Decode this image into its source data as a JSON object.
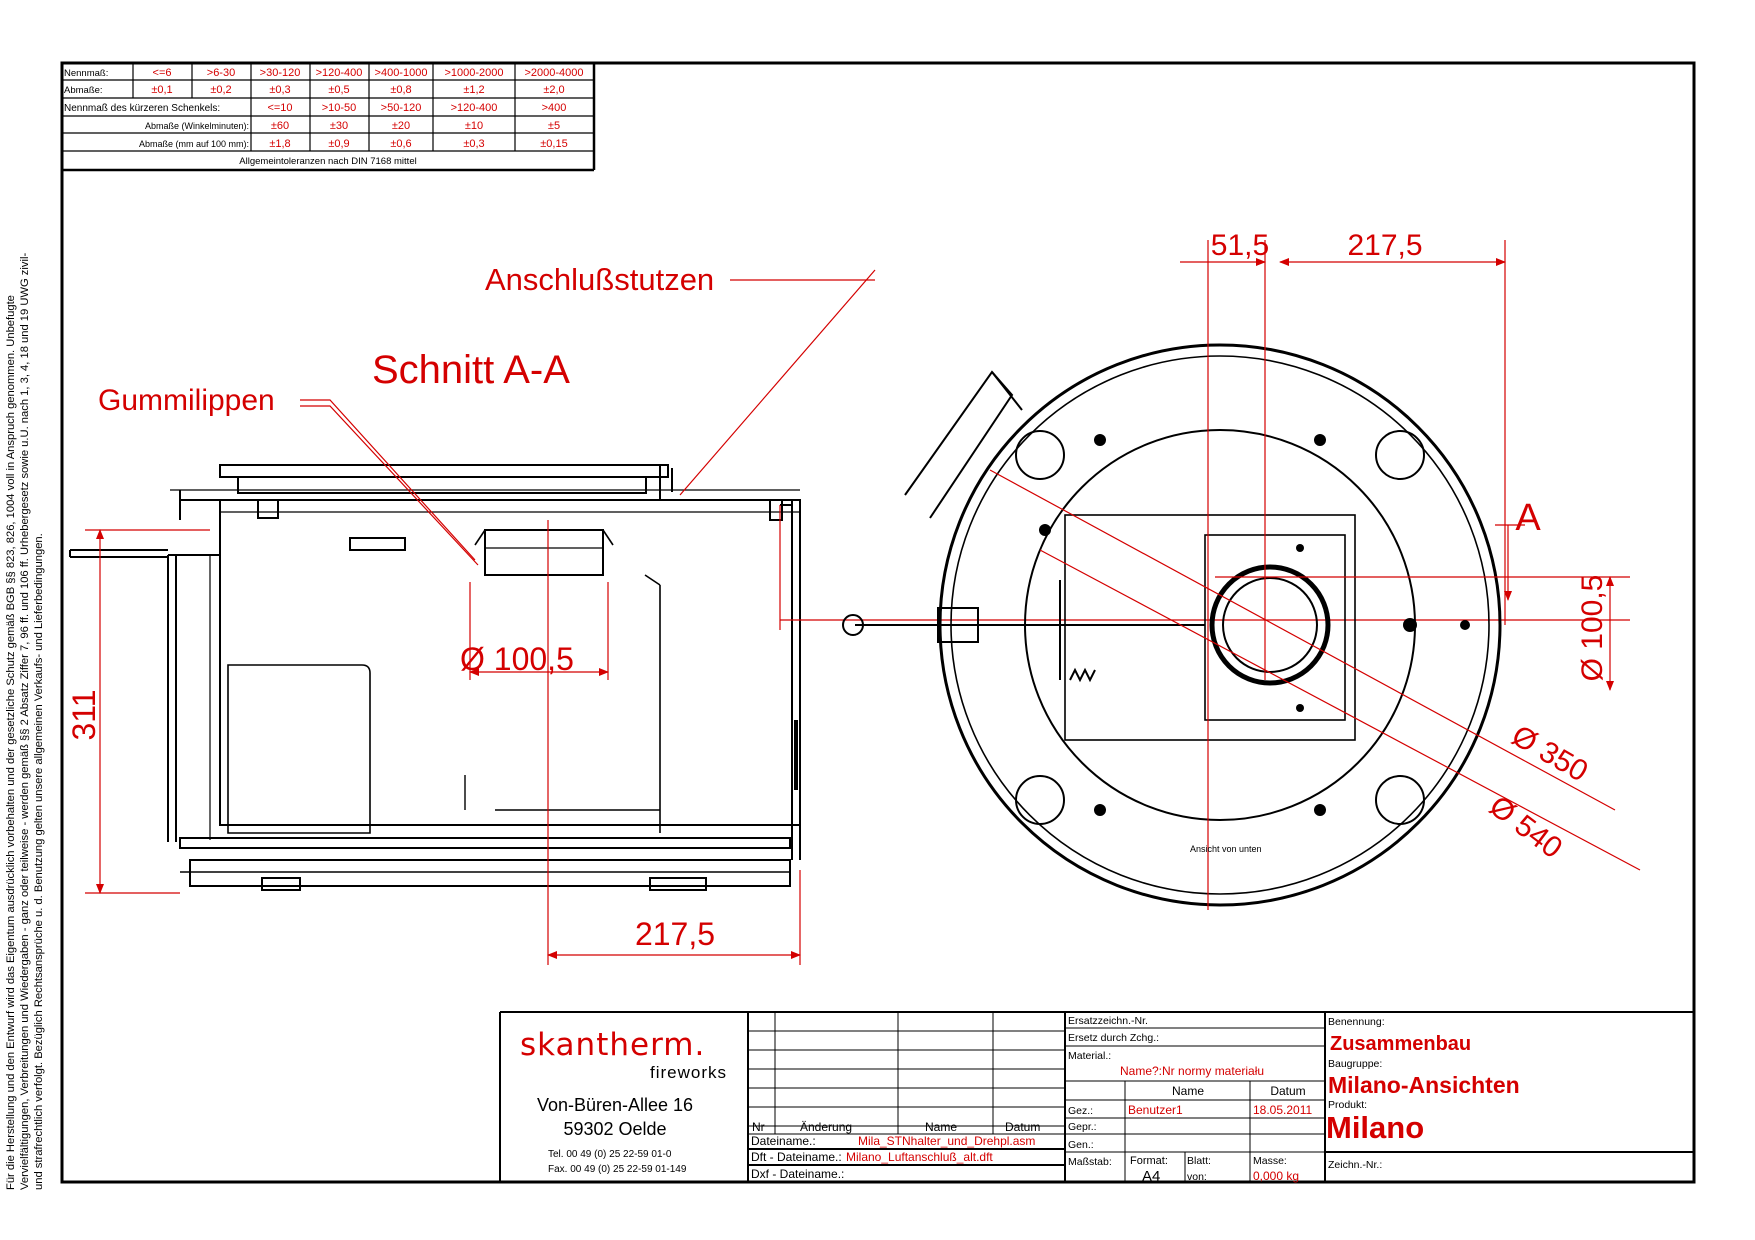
{
  "side_note": {
    "line1": "Für die Herstellung und den Entwurf wird das Eigentum ausdrücklich vorbehalten und der gesetzliche Schutz gemäß BGB §§ 823, 826, 1004 voll in Anspruch genommen. Unbefugte",
    "line2": "Vervielfältigungen, Verbreitungen und Wiedergaben - ganz oder teilweise - werden gemäß §§ 2 Absatz Ziffer 7, 96 ff. und 106 ff. Urhebergesetz sowie u.U. nach 1, 3, 4, 18 und 19 UWG zivil-",
    "line3": "und strafrechtlich verfolgt. Bezüglich Rechtsansprüche u. d. Benutzung gelten unsere allgemeinen Verkaufs- und Lieferbedingungen."
  },
  "tolerance_table": {
    "row1_label": "Nennmaß:",
    "row1": [
      "<=6",
      ">6-30",
      ">30-120",
      ">120-400",
      ">400-1000",
      ">1000-2000",
      ">2000-4000"
    ],
    "row2_label": "Abmaße:",
    "row2": [
      "±0,1",
      "±0,2",
      "±0,3",
      "±0,5",
      "±0,8",
      "±1,2",
      "±2,0"
    ],
    "row3_label": "Nennmaß des kürzeren Schenkels:",
    "row3": [
      "<=10",
      ">10-50",
      ">50-120",
      ">120-400",
      ">400"
    ],
    "row4_label": "Abmaße (Winkelminuten):",
    "row4": [
      "±60",
      "±30",
      "±20",
      "±10",
      "±5"
    ],
    "row5_label": "Abmaße (mm auf 100 mm):",
    "row5": [
      "±1,8",
      "±0,9",
      "±0,6",
      "±0,3",
      "±0,15"
    ],
    "footer": "Allgemeintoleranzen nach DIN 7168 mittel"
  },
  "drawing": {
    "label_anschluss": "Anschlußstutzen",
    "label_schnitt": "Schnitt A-A",
    "label_gummi": "Gummilippen",
    "dim_diam_left": "Ø 100,5",
    "dim_311": "311",
    "dim_217_bottom": "217,5",
    "dim_51": "51,5",
    "dim_217_top": "217,5",
    "section_a": "A",
    "dim_100_right": "Ø 100,5",
    "dim_350": "Ø 350",
    "dim_540": "Ø 540",
    "view_note": "Ansicht von unten"
  },
  "title_block": {
    "company_name": "skantherm.",
    "company_sub": "fireworks",
    "address1": "Von-Büren-Allee 16",
    "address2": "59302 Oelde",
    "tel": "Tel. 00 49 (0) 25 22-59 01-0",
    "fax": "Fax. 00 49 (0) 25 22-59 01-149",
    "rev_nr": "Nr",
    "rev_aenderung": "Änderung",
    "rev_name": "Name",
    "rev_datum": "Datum",
    "dateiname_label": "Dateiname.:",
    "dateiname": "Mila_STNhalter_und_Drehpl.asm",
    "dft_label": "Dft - Dateiname.:",
    "dft": "Milano_Luftanschluß_alt.dft",
    "dxf_label": "Dxf - Dateiname.:",
    "ersatz_label": "Ersatzzeichn.-Nr.",
    "ersetzt_label": "Ersetz durch Zchg.:",
    "material_label": "Material.:",
    "material": "Name?:Nr normy materiału",
    "col_name": "Name",
    "col_datum": "Datum",
    "gez_label": "Gez.:",
    "gez_name": "Benutzer1",
    "gez_datum": "18.05.2011",
    "gepr_label": "Gepr.:",
    "gen_label": "Gen.:",
    "massstab_label": "Maßstab:",
    "format_label": "Format:",
    "format": "A4",
    "blatt_label": "Blatt:",
    "von_label": "von:",
    "masse_label": "Masse:",
    "masse": "0,000 kg",
    "benennung_label": "Benennung:",
    "benennung": "Zusammenbau",
    "baugruppe_label": "Baugruppe:",
    "baugruppe": "Milano-Ansichten",
    "produkt_label": "Produkt:",
    "produkt": "Milano",
    "zeichn_label": "Zeichn.-Nr.:"
  }
}
